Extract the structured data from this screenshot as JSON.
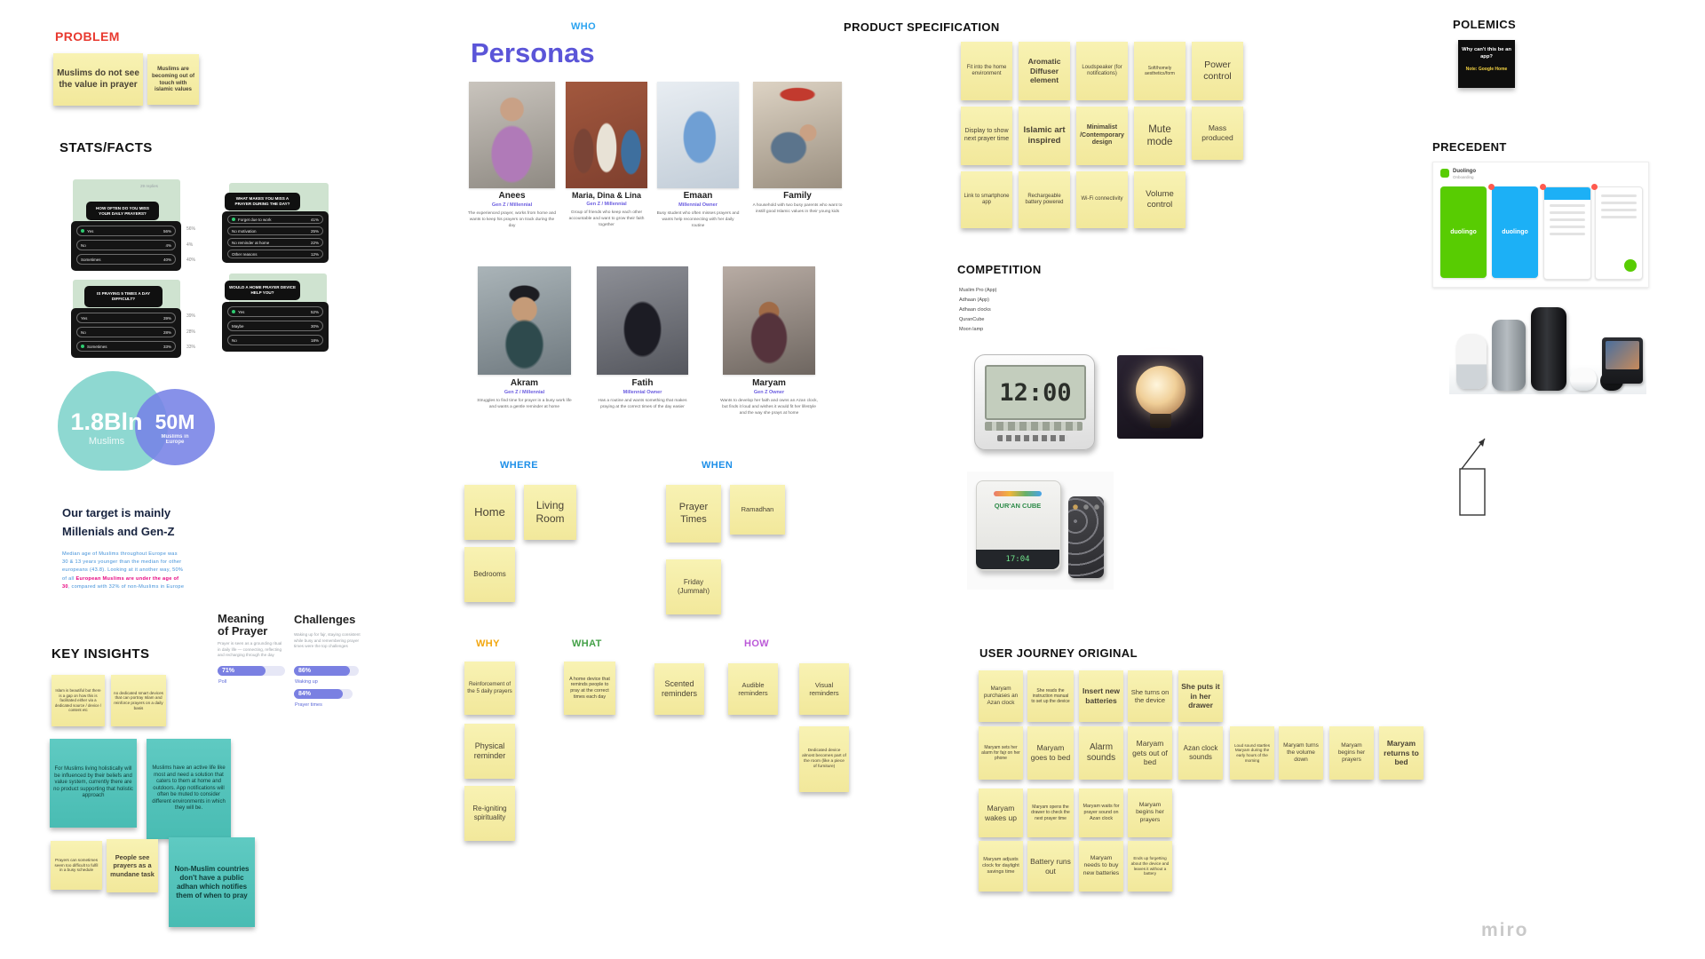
{
  "board": {
    "watermark": "miro"
  },
  "colors": {
    "sticky_yellow": "#f5eda7",
    "sticky_teal": "#52c4bb",
    "accent_red": "#e8392f",
    "accent_blue": "#1d8fe8",
    "accent_purple": "#5b55d8",
    "accent_orange": "#f2a60d",
    "accent_green": "#43a047",
    "accent_magenta": "#bb59d8",
    "bar_purple": "#7a80e2"
  },
  "problem": {
    "title": "PROBLEM",
    "notes": [
      "Muslims do not see the value in prayer",
      "Muslims are becoming out of touch with islamic values"
    ]
  },
  "stats": {
    "title": "STATS/FACTS",
    "polls": [
      {
        "meta": "29 replies",
        "title": "HOW OFTEN DO YOU MISS YOUR DAILY PRAYERS?",
        "options": [
          {
            "label": "Yes",
            "value": "56%"
          },
          {
            "label": "No",
            "value": "4%"
          },
          {
            "label": "Sometimes",
            "value": "40%"
          }
        ],
        "side": [
          "56%",
          "4%",
          "40%"
        ]
      },
      {
        "title": "WHAT MAKES YOU MISS A PRAYER DURING THE DAY?",
        "options": [
          {
            "label": "Forget due to work",
            "value": "41%"
          },
          {
            "label": "No motivation",
            "value": "25%"
          },
          {
            "label": "No reminder at home",
            "value": "22%"
          },
          {
            "label": "Other reasons",
            "value": "12%"
          }
        ]
      },
      {
        "title": "IS PRAYING 5 TIMES A DAY DIFFICULT?",
        "options": [
          {
            "label": "Yes",
            "value": "39%"
          },
          {
            "label": "No",
            "value": "28%"
          },
          {
            "label": "Sometimes",
            "value": "33%"
          }
        ],
        "side": [
          "39%",
          "28%",
          "33%"
        ]
      },
      {
        "title": "WOULD A HOME PRAYER DEVICE HELP YOU?",
        "options": [
          {
            "label": "Yes",
            "value": "52%"
          },
          {
            "label": "Maybe",
            "value": "30%"
          },
          {
            "label": "No",
            "value": "18%"
          }
        ]
      }
    ]
  },
  "audience": {
    "big_value": "1.8Bln",
    "big_label": "Muslims",
    "small_value": "50M",
    "small_label_1": "Muslims in",
    "small_label_2": "Europe"
  },
  "target": {
    "line1": "Our target is mainly",
    "line2": "Millenials and Gen-Z",
    "para_blue": "Median age of Muslims throughout Europe was 30 & 13 years younger than the median for other europeans (43.8). Looking at it another way, 50% of all ",
    "para_pink": "European Muslims are under the age of 30",
    "para_tail": ", compared with 32% of non-Muslims in Europe"
  },
  "meaning": {
    "title1": "Meaning",
    "title2": "of Prayer",
    "caption": "Prayer is seen as a grounding ritual in daily life — connecting, reflecting and recharging through the day",
    "value": "71%",
    "bar_label": "Poll"
  },
  "challenges": {
    "title": "Challenges",
    "caption": "Waking up for fajr, staying consistent while busy and remembering prayer times were the top challenges",
    "bars": [
      {
        "value": "86%",
        "label": "Waking up"
      },
      {
        "value": "84%",
        "label": "Prayer times"
      }
    ]
  },
  "key_insights": {
    "title": "KEY INSIGHTS",
    "notes": [
      "Islam is beautiful but there is a gap on how this is facilitated either via a dedicated source / device / content etc",
      "no dedicated smart devices that can portray Islam and reinforce prayers on a daily basis",
      "For Muslims living holistically will be influenced by their beliefs and value system, currently there are no product supporting that holistic approach",
      "Muslims have an active life like most and need a solution that caters to them at home and outdoors. App notifications will often be muted to consider different environments in which they will be.",
      "Prayers can sometimes seem too difficult to fulfil in a busy schedule",
      "People see prayers as a mundane task",
      "Non-Muslim countries don't have a public adhan which notifies them of when to pray"
    ]
  },
  "who": {
    "label": "WHO",
    "title": "Personas",
    "personas": [
      {
        "name": "Anees",
        "tag": "Gen Z / Millennial",
        "desc": "The experienced prayer, works from home and wants to keep his prayers on track during the day"
      },
      {
        "name": "Maria, Dina & Lina",
        "tag": "Gen Z / Millennial",
        "desc": "Group of friends who keep each other accountable and want to grow their faith together"
      },
      {
        "name": "Emaan",
        "tag": "Millennial Owner",
        "desc": "Busy student who often misses prayers and wants help reconnecting with her daily routine"
      },
      {
        "name": "Family",
        "tag": "",
        "desc": "A household with two busy parents who want to instill good Islamic values in their young kids"
      },
      {
        "name": "Akram",
        "tag": "Gen Z / Millennial",
        "desc": "Struggles to find time for prayer in a busy work life and wants a gentle reminder at home"
      },
      {
        "name": "Fatih",
        "tag": "Millennial Owner",
        "desc": "Has a routine and wants something that makes praying at the correct times of the day easier"
      },
      {
        "name": "Maryam",
        "tag": "Gen Z Owner",
        "desc": "Wants to develop her faith and owns an Azan clock, but finds it loud and wishes it would fit her lifestyle and the way she prays at home"
      }
    ]
  },
  "where": {
    "label": "WHERE",
    "notes": [
      "Home",
      "Living Room",
      "Bedrooms"
    ]
  },
  "when": {
    "label": "WHEN",
    "notes": [
      "Prayer Times",
      "Ramadhan",
      "Friday (Jummah)"
    ]
  },
  "why": {
    "label": "WHY",
    "notes": [
      "Reinforcement of the 5 daily prayers",
      "Physical reminder",
      "Re-igniting spirituality"
    ]
  },
  "what": {
    "label": "WHAT",
    "notes": [
      "A home device that reminds people to pray at the correct times each day"
    ]
  },
  "how": {
    "label": "HOW",
    "notes": [
      "Scented reminders",
      "Audible reminders",
      "Visual reminders"
    ],
    "extra": "Dedicated device almost becomes part of the room (like a piece of furniture)"
  },
  "product_spec": {
    "title": "PRODUCT SPECIFICATION",
    "notes": [
      "Fit into the home environment",
      "Aromatic Diffuser element",
      "Loudspeaker (for notifications)",
      "Soft/homely aesthetics/form",
      "Power control",
      "Display to show next prayer time",
      "Islamic art inspired",
      "Minimalist /Contemporary design",
      "Mute mode",
      "Mass produced",
      "Link to smartphone app",
      "Rechargeable battery powered",
      "Wi-Fi connectivity",
      "Volume control"
    ]
  },
  "competition": {
    "title": "COMPETITION",
    "items": [
      "Muslim Pro (App)",
      "Adhaan (App)",
      "Adhaan clocks",
      "QuranCube",
      "Moon lamp"
    ],
    "clock_time": "12:00",
    "cube_name": "QUR'AN CUBE",
    "cube_time": "17:04"
  },
  "user_journey": {
    "title": "USER JOURNEY ORIGINAL",
    "notes": [
      "Maryam purchases an Azan clock",
      "She reads the instruction manual to set up the device",
      "Insert new batteries",
      "She turns on the device",
      "She puts it in her drawer",
      "Maryam sets her alarm for fajr on her phone",
      "Maryam goes to bed",
      "Alarm sounds",
      "Maryam gets out of bed",
      "Azan clock sounds",
      "Loud sound startles Maryam during the early hours of the morning",
      "Maryam turns the volume down",
      "Maryam begins her prayers",
      "Maryam returns to bed",
      "Maryam wakes up",
      "Maryam opens the drawer to check the next prayer time",
      "Maryam waits for prayer sound on Azan clock",
      "Maryam begins her prayers",
      "Maryam adjusts clock for daylight savings time",
      "Battery runs out",
      "Maryam needs to buy new batteries",
      "Ends up forgetting about the device and leaves it without a battery"
    ]
  },
  "polemics": {
    "title": "POLEMICS",
    "note_line1": "Why can't this be an app?",
    "note_line2": "Note: Google Home"
  },
  "precedent": {
    "title": "PRECEDENT",
    "app_header": "Duolingo",
    "app_subheader": "Onboarding",
    "screen1_text": "duolingo",
    "screen2_text": "duolingo"
  }
}
